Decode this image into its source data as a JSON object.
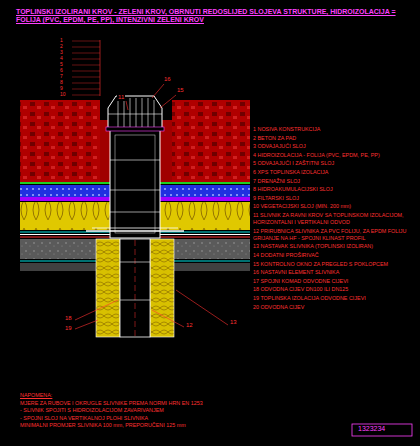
{
  "diagram": {
    "title": "TOPLINSKI IZOLIRANI KROV - ZELENI KROV, OBRNUTI REDOSLIJED SLOJEVA STRUKTURE, HIDROIZOLACIJA = FOLIJA (PVC, EPDM, PE, PP), INTENZIVNI ZELENI KROV",
    "labels": [
      "1",
      "2",
      "3",
      "4",
      "5",
      "6",
      "7",
      "8",
      "9",
      "10",
      "1 NOSIVA KONSTRUKCIJA",
      "2 BETON ZA PAD",
      "3 ODVAJAJUĆI SLOJ",
      "4 HIDROIZOLACIJA - FOLIJA (PVC, EPDM, PE, PP)",
      "5 ODVAJAJUĆI I ZAŠTITNI SLOJ",
      "6 XPS TOPLINSKA IZOLACIJA",
      "7 DRENAŽNI SLOJ",
      "8 HIDROAKUMULACIJSKI SLOJ",
      "9 FILTARSKI SLOJ",
      "10 VEGETACIJSKI SLOJ (MIN. 200 mm)",
      "11 SLIVNIK ZA RAVNI KROV SA TOPLINSKOM IZOLACIJOM, HORIZONTALNI I VERTIKALNI ODVOD",
      "12 PRIRUBNICA SLIVNIKA ZA PVC FOLIJU, ZA EPDM FOLIJU GRIJANJE NA HF - SPOJNI KLINAST PROFIL",
      "13 NASTAVAK SLIVNIKA (TOPLINSKI IZOLIRAN)",
      "14 DODATNI PROŠIRIVAČ",
      "15 KONTROLNO OKNO ZA PREGLED S POKLOPCEM",
      "16 NASTAVNI ELEMENT SLIVNIKA",
      "17 SPOJNI KOMAD ODVODNE CIJEVI",
      "18 ODVODNA CIJEV DN100 ILI DN125",
      "19 TOPLINSKA IZOLACIJA ODVODNE CIJEVI",
      "20 ODVODNA CIJEV",
      "NAPOMENA:",
      "MJERE ZA RUBOVE I OKRUGLE SLIVNIKE PREMA NORMI HRN EN 1253",
      "- SLIVNIK SPOJITI S HIDROIZOLACIJOM ZAVARIVANJEM",
      "- SPOJNI SLOJ NA VERTIKALNOJ PLOHI SLIVNIKA",
      "MINIMALNI PROMJER SLIVNIKA 100 mm, PREPORUČENI 125 mm",
      "1323234",
      "16",
      "15",
      "11",
      "18",
      "19",
      "12",
      "13"
    ]
  }
}
